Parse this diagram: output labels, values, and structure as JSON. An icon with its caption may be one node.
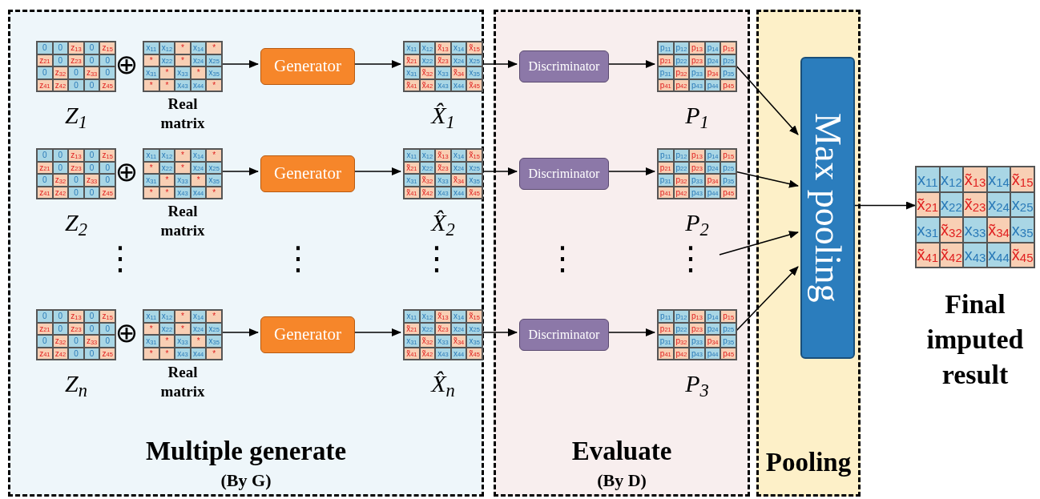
{
  "diagram": {
    "nodes": [
      {
        "text": [
          "Multiple generate",
          "(By G)"
        ]
      },
      {
        "text": [
          "0",
          "0",
          "z$_{13}$",
          "0",
          "z$_{15}$",
          "z$_{21}$",
          "0",
          "z$_{23}$",
          "0",
          "0",
          "0",
          "z$_{32}$",
          "0",
          "z$_{33}$",
          "0",
          "z$_{41}$",
          "z$_{42}$",
          "0",
          "0",
          "z$_{45}$"
        ],
        "in": 0,
        "beside": [
          "Z$_{1}$"
        ]
      },
      {
        "text": [
          "x$_{11}$",
          "x$_{12}$",
          "*",
          "x$_{14}$",
          "*",
          "*",
          "x$_{22}$",
          "*",
          "x$_{24}$",
          "x$_{25}$",
          "x$_{31}$",
          "*",
          "x$_{33}$",
          "*",
          "x$_{35}$",
          "*",
          "*",
          "x$_{43}$",
          "x$_{44}$",
          "*"
        ],
        "in": 0,
        "beside": [
          "Real matrix"
        ]
      },
      {
        "text": [
          "Generator"
        ],
        "in": 0
      },
      {
        "text": [
          "x$_{11}$",
          "x$_{12}$",
          "x̃$_{13}$",
          "x$_{14}$",
          "x̃$_{15}$",
          "x̃$_{21}$",
          "x$_{22}$",
          "x̃$_{23}$",
          "x$_{24}$",
          "x$_{25}$",
          "x$_{31}$",
          "x̃$_{32}$",
          "x$_{33}$",
          "x̃$_{34}$",
          "x$_{35}$",
          "x̃$_{41}$",
          "x̃$_{42}$",
          "x$_{43}$",
          "x$_{44}$",
          "x̃$_{45}$"
        ],
        "in": 0,
        "beside": [
          "X̂$_{1}$"
        ]
      },
      {
        "text": [
          "0",
          "0",
          "z$_{13}$",
          "0",
          "z$_{15}$",
          "z$_{21}$",
          "0",
          "z$_{23}$",
          "0",
          "0",
          "0",
          "z$_{32}$",
          "0",
          "z$_{33}$",
          "0",
          "z$_{41}$",
          "z$_{42}$",
          "0",
          "0",
          "z$_{45}$"
        ],
        "in": 0,
        "beside": [
          "Z$_{2}$"
        ]
      },
      {
        "text": [
          "x$_{11}$",
          "x$_{12}$",
          "*",
          "x$_{14}$",
          "*",
          "*",
          "x$_{22}$",
          "*",
          "x$_{24}$",
          "x$_{25}$",
          "x$_{31}$",
          "*",
          "x$_{33}$",
          "*",
          "x$_{35}$",
          "*",
          "*",
          "x$_{43}$",
          "x$_{44}$",
          "*"
        ],
        "in": 0,
        "beside": [
          "Real matrix"
        ]
      },
      {
        "text": [
          "Generator"
        ],
        "in": 0
      },
      {
        "text": [
          "x$_{11}$",
          "x$_{12}$",
          "x̃$_{13}$",
          "x$_{14}$",
          "x̃$_{15}$",
          "x̃$_{21}$",
          "x$_{22}$",
          "x̃$_{23}$",
          "x$_{24}$",
          "x$_{25}$",
          "x$_{31}$",
          "x̃$_{32}$",
          "x$_{33}$",
          "x̃$_{34}$",
          "x$_{35}$",
          "x̃$_{41}$",
          "x̃$_{42}$",
          "x$_{43}$",
          "x$_{44}$",
          "x̃$_{45}$"
        ],
        "in": 0,
        "beside": [
          "X̂$_{2}$"
        ]
      },
      {
        "text": [
          "0",
          "0",
          "z$_{13}$",
          "0",
          "z$_{15}$",
          "z$_{21}$",
          "0",
          "z$_{23}$",
          "0",
          "0",
          "0",
          "z$_{32}$",
          "0",
          "z$_{33}$",
          "0",
          "z$_{41}$",
          "z$_{42}$",
          "0",
          "0",
          "z$_{45}$"
        ],
        "in": 0,
        "beside": [
          "Z$_{n}$"
        ]
      },
      {
        "text": [
          "x$_{11}$",
          "x$_{12}$",
          "*",
          "x$_{14}$",
          "*",
          "*",
          "x$_{22}$",
          "*",
          "x$_{24}$",
          "x$_{25}$",
          "x$_{31}$",
          "*",
          "x$_{33}$",
          "*",
          "x$_{35}$",
          "*",
          "*",
          "x$_{43}$",
          "x$_{44}$",
          "*"
        ],
        "in": 0,
        "beside": [
          "Real matrix"
        ]
      },
      {
        "text": [
          "Generator"
        ],
        "in": 0
      },
      {
        "text": [
          "x$_{11}$",
          "x$_{12}$",
          "x̃$_{13}$",
          "x$_{14}$",
          "x̃$_{15}$",
          "x̃$_{21}$",
          "x$_{22}$",
          "x̃$_{23}$",
          "x$_{24}$",
          "x$_{25}$",
          "x$_{31}$",
          "x̃$_{32}$",
          "x$_{33}$",
          "x̃$_{34}$",
          "x$_{35}$",
          "x̃$_{41}$",
          "x̃$_{42}$",
          "x$_{43}$",
          "x$_{44}$",
          "x̃$_{45}$"
        ],
        "in": 0,
        "beside": [
          "X̂$_{n}$"
        ]
      },
      {
        "text": [
          "Evaluate",
          "(By D)"
        ]
      },
      {
        "text": [
          "Discriminator"
        ],
        "in": 13
      },
      {
        "text": [
          "p$_{11}$",
          "p$_{12}$",
          "p$_{13}$",
          "p$_{14}$",
          "p$_{15}$",
          "p$_{21}$",
          "p$_{22}$",
          "p$_{23}$",
          "p$_{24}$",
          "p$_{25}$",
          "p$_{31}$",
          "p$_{32}$",
          "p$_{33}$",
          "p$_{34}$",
          "p$_{35}$",
          "p$_{41}$",
          "p$_{42}$",
          "p$_{43}$",
          "p$_{44}$",
          "p$_{45}$"
        ],
        "in": 13,
        "beside": [
          "P$_{1}$"
        ]
      },
      {
        "text": [
          "Discriminator"
        ],
        "in": 13
      },
      {
        "text": [
          "p$_{11}$",
          "p$_{12}$",
          "p$_{13}$",
          "p$_{14}$",
          "p$_{15}$",
          "p$_{21}$",
          "p$_{22}$",
          "p$_{23}$",
          "p$_{24}$",
          "p$_{25}$",
          "p$_{31}$",
          "p$_{32}$",
          "p$_{33}$",
          "p$_{34}$",
          "p$_{35}$",
          "p$_{41}$",
          "p$_{42}$",
          "p$_{43}$",
          "p$_{44}$",
          "p$_{45}$"
        ],
        "in": 13,
        "beside": [
          "P$_{2}$"
        ]
      },
      {
        "text": [
          "Discriminator"
        ],
        "in": 13
      },
      {
        "text": [
          "p$_{11}$",
          "p$_{12}$",
          "p$_{13}$",
          "p$_{14}$",
          "p$_{15}$",
          "p$_{21}$",
          "p$_{22}$",
          "p$_{23}$",
          "p$_{24}$",
          "p$_{25}$",
          "p$_{31}$",
          "p$_{32}$",
          "p$_{33}$",
          "p$_{34}$",
          "p$_{35}$",
          "p$_{41}$",
          "p$_{42}$",
          "p$_{43}$",
          "p$_{44}$",
          "p$_{45}$"
        ],
        "in": 13,
        "beside": [
          "P$_{3}$"
        ]
      },
      {
        "text": [
          "Pooling"
        ]
      },
      {
        "text": [
          "Max pooling"
        ],
        "in": 20
      },
      {
        "text": [
          "x$_{11}$",
          "x$_{12}$",
          "x̃$_{13}$",
          "x$_{14}$",
          "x̃$_{15}$",
          "x̃$_{21}$",
          "x$_{22}$",
          "x̃$_{23}$",
          "x$_{24}$",
          "x$_{25}$",
          "x$_{31}$",
          "x̃$_{32}$",
          "x$_{33}$",
          "x̃$_{34}$",
          "x$_{35}$",
          "x̃$_{41}$",
          "x̃$_{42}$",
          "x$_{43}$",
          "x$_{44}$",
          "x̃$_{45}$"
        ],
        "beside": [
          "Final imputed result"
        ]
      }
    ],
    "edges": [
      {
        "from": 2,
        "to": 3,
        "arrow": "to"
      },
      {
        "from": 3,
        "to": 4,
        "arrow": "to"
      },
      {
        "from": 4,
        "to": 14,
        "arrow": "to"
      },
      {
        "from": 14,
        "to": 15,
        "arrow": "to"
      },
      {
        "from": 15,
        "to": 21,
        "arrow": "to"
      },
      {
        "from": 6,
        "to": 7,
        "arrow": "to"
      },
      {
        "from": 7,
        "to": 8,
        "arrow": "to"
      },
      {
        "from": 8,
        "to": 16,
        "arrow": "to"
      },
      {
        "from": 16,
        "to": 17,
        "arrow": "to"
      },
      {
        "from": 17,
        "to": 21,
        "arrow": "to"
      },
      {
        "from": null,
        "to": 21,
        "arrow": "to"
      },
      {
        "from": 10,
        "to": 11,
        "arrow": "to"
      },
      {
        "from": 11,
        "to": 12,
        "arrow": "to"
      },
      {
        "from": 12,
        "to": 18,
        "arrow": "to"
      },
      {
        "from": 18,
        "to": 19,
        "arrow": "to"
      },
      {
        "from": 19,
        "to": 21,
        "arrow": "to"
      },
      {
        "from": 21,
        "to": 22,
        "arrow": "to"
      }
    ],
    "labels": [
      "⊕",
      "⊕",
      "⊕",
      "⋮",
      "⋮",
      "⋮",
      "⋮",
      "⋮"
    ]
  }
}
